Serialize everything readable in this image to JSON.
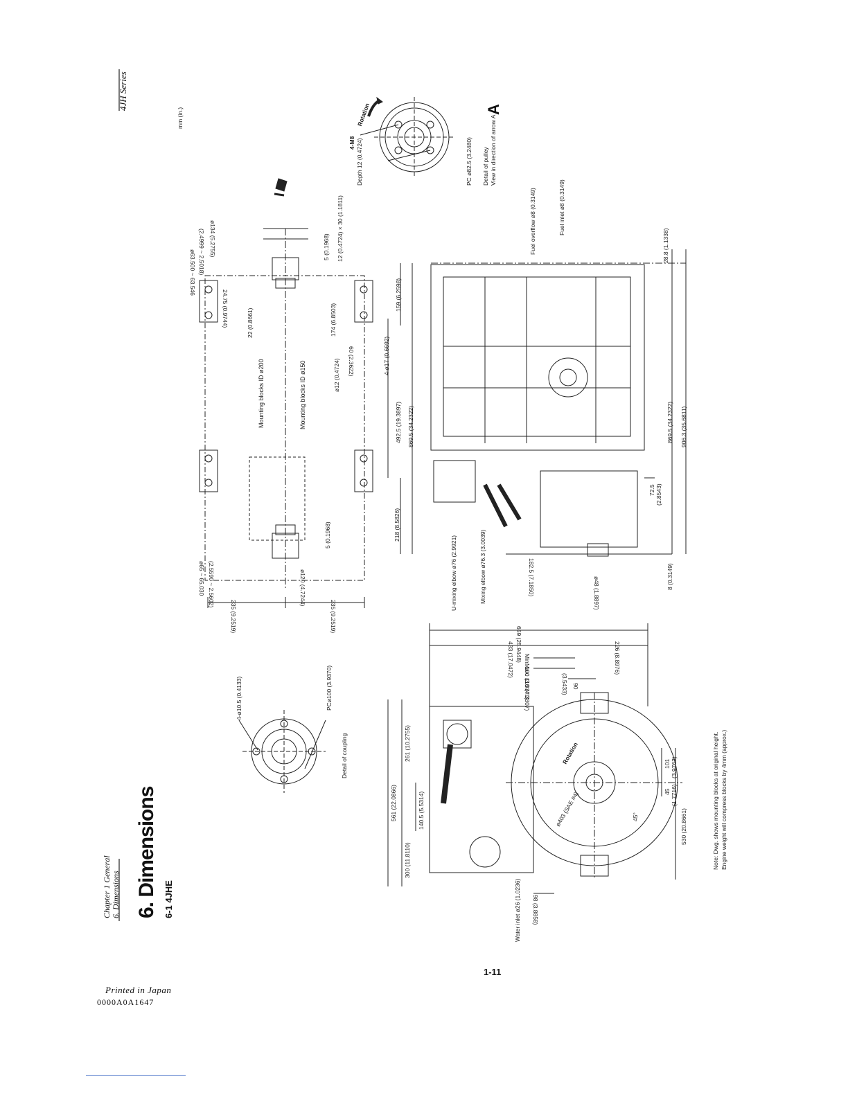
{
  "header": {
    "chapter": "Chapter 1 General",
    "section": "6. Dimensions",
    "series": "4JH Series"
  },
  "title": "6. Dimensions",
  "subtitle": "6-1 4JHE",
  "units": "mm (in.)",
  "pulley_labels": {
    "arrow": "A",
    "thread": "4-M8",
    "depth": "Depth 12 (0.4724)",
    "rotation": "Rotation",
    "pc": "PC ø82.5 (3.2480)",
    "caption1": "Detail of pulley",
    "caption2": "View in direction of arrow A"
  },
  "plan_view": {
    "top_dims": [
      "ø63.500 ~ 63.546",
      "(2.4999 ~ 2.5018)",
      "ø134 (5.2755)",
      "24.75 (0.9744)",
      "22 (0.8661)",
      "5 (0.1968)",
      "12 (0.4724) × 30 (1.1811)"
    ],
    "mounting_200": "Mounting blocks ID ø200",
    "mounting_150": "Mounting blocks ID ø150",
    "mid_dims": [
      "174 (6.8503)",
      "ø12 (0.4724)",
      "60 (2.3622)",
      "4-ø17 (0.6692)",
      "159 (6.2598)",
      "492.5 (19.3897)",
      "869.5 (34.2322)",
      "218 (8.5826)",
      "5 (0.1968)"
    ],
    "bottom_dims": [
      "ø65 ~ 65.030",
      "(2.5590 ~ 2.5602)",
      "ø120 (4.7244)",
      "235 (9.2519)",
      "235 (9.2519)"
    ]
  },
  "side_view": {
    "fuel_overflow": "Fuel overflow ø8 (0.3149)",
    "fuel_inlet": "Fuel inlet ø8 (0.3149)",
    "u_mixing": "U-mixing elbow ø76 (2.9921)",
    "mixing": "Mixing elbow ø76.3 (3.0039)",
    "dims": [
      "28.8 (1.1338)",
      "869.5 (34.2322)",
      "906.3 (35.6811)",
      "72.5",
      "(2.8543)",
      "182.5 (7.1850)",
      "ø48 (1.8897)",
      "8 (0.3149)"
    ]
  },
  "coupling": {
    "holes": "4-ø10.5 (0.4133)",
    "pc": "PCø100 (3.9370)",
    "caption": "Detail of coupling"
  },
  "front_view": {
    "top_dims": [
      "659 (25.9448)",
      "433 (17.0472)",
      "226 (8.8976)",
      "Min. 100 (3.9370)",
      "Max. 110 (4.3307)",
      "90",
      "(3.5433)"
    ],
    "left_dims": [
      "561 (22.0866)",
      "261 (10.2755)",
      "140.5 (5.5314)",
      "300 (11.8110)"
    ],
    "bottom_dims": [
      "101",
      "(3.9763)",
      "45",
      "(1.7716)",
      "530 (20.8661)",
      "45°"
    ],
    "water_inlet": "Water inlet ø26 (1.0236)",
    "dim_98": "98 (3.8858)",
    "sae": "ø403 (SAE #4)",
    "rotation": "Rotation"
  },
  "note": {
    "line1": "Note: Dwg. shows mounting blocks at original height.",
    "line2": "Engine weight will compress blocks by 4mm (approx.)"
  },
  "page_number": "1-11",
  "footer": {
    "printed": "Printed in Japan",
    "code": "0000A0A1647"
  }
}
